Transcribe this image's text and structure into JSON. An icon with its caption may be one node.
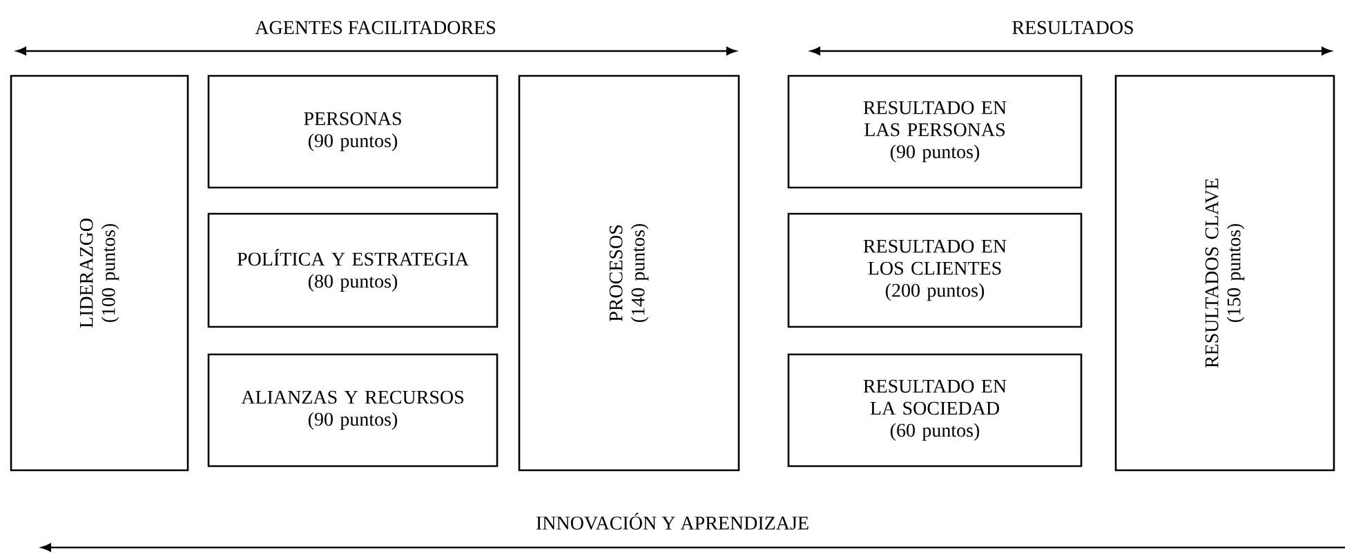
{
  "diagram": {
    "nodes": [
      {
        "text": [
          "LIDERAZGO",
          "(100 puntos)"
        ]
      },
      {
        "text": [
          "PERSONAS",
          "(90 puntos)"
        ]
      },
      {
        "text": [
          "POLÍTICA Y ESTRATEGIA",
          "(80 puntos)"
        ]
      },
      {
        "text": [
          "ALIANZAS Y RECURSOS",
          "(90 puntos)"
        ]
      },
      {
        "text": [
          "PROCESOS",
          "(140 puntos)"
        ]
      },
      {
        "text": [
          "RESULTADO EN LAS PERSONAS",
          "(90 puntos)"
        ]
      },
      {
        "text": [
          "RESULTADO EN LOS CLIENTES",
          "(200 puntos)"
        ]
      },
      {
        "text": [
          "RESULTADO EN LA SOCIEDAD",
          "(60 puntos)"
        ]
      },
      {
        "text": [
          "RESULTADOS CLAVE",
          "(150 puntos)"
        ]
      }
    ],
    "labels": [
      "AGENTES FACILITADORES",
      "RESULTADOS",
      "INNOVACIÓN Y APRENDIZAJE"
    ]
  }
}
